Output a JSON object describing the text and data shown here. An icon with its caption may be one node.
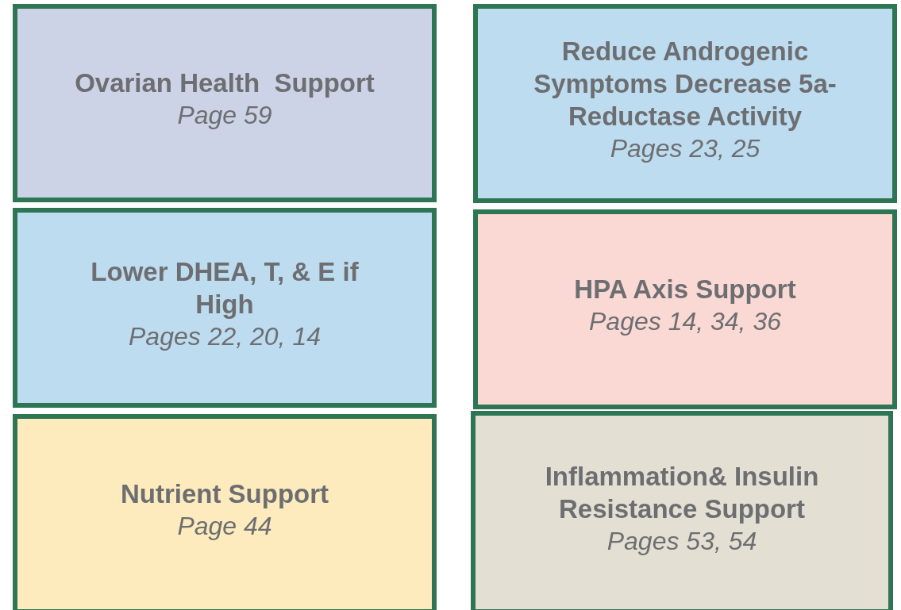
{
  "diagram": {
    "nodes": [
      {
        "text": [
          "Ovarian Health  Support",
          "Page 59"
        ]
      },
      {
        "text": [
          "Reduce Androgenic Symptoms Decrease 5a-Reductase Activity",
          "Pages 23, 25"
        ]
      },
      {
        "text": [
          "Lower DHEA, T, & E if High",
          "Pages 22, 20, 14"
        ]
      },
      {
        "text": [
          "HPA Axis Support",
          "Pages 14, 34, 36"
        ]
      },
      {
        "text": [
          "Nutrient Support",
          "Page 44"
        ]
      },
      {
        "text": [
          "Inflammation& Insulin Resistance Support",
          "Pages 53, 54"
        ]
      }
    ]
  }
}
